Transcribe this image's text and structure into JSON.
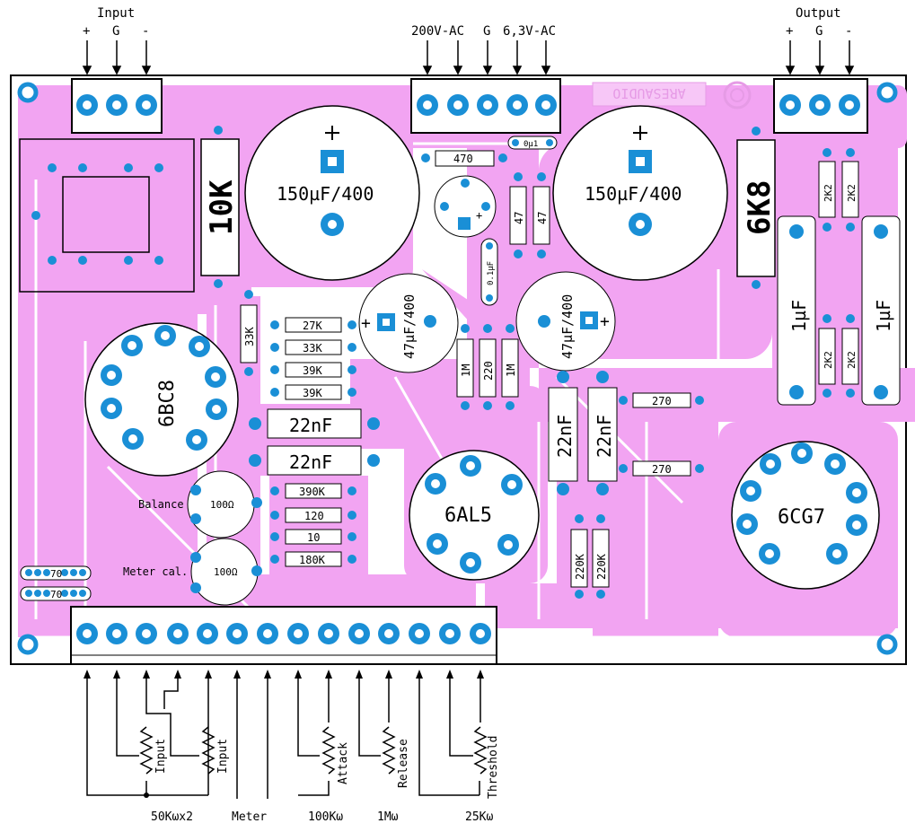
{
  "header": {
    "input_title": "Input",
    "input_pins": [
      "+",
      "G",
      "-"
    ],
    "power_pins": [
      "200V-AC",
      "G",
      "6,3V-AC"
    ],
    "output_title": "Output",
    "output_pins": [
      "+",
      "G",
      "-"
    ]
  },
  "board": {
    "logo_text": "ARESAUDIO",
    "tubes": {
      "t1": "6BC8",
      "t2": "6AL5",
      "t3": "6CG7"
    },
    "caps": {
      "big_left": "150µF/400",
      "big_right": "150µF/400",
      "mid_left": "47µF/400",
      "mid_right": "47µF/400",
      "film_a": "22nF",
      "film_b": "22nF",
      "film_c": "22nF",
      "film_d": "22nF",
      "uf_left": "1µF",
      "uf_right": "1µF",
      "small_top": "0µ1",
      "small_mid": "0.1µF"
    },
    "resistors": {
      "r10k": "10K",
      "r6k8": "6K8",
      "r470": "470",
      "r47a": "47",
      "r47b": "47",
      "r33k": "33K",
      "r27k": "27K",
      "r33k2": "33K",
      "r39k": "39K",
      "r39k2": "39K",
      "r1m_a": "1M",
      "r220": "220",
      "r1m_b": "1M",
      "r270_a": "270",
      "r270_b": "270",
      "r390k": "390K",
      "r120": "120",
      "r10": "10",
      "r180k": "180K",
      "r220k_a": "220K",
      "r220k_b": "220K",
      "r2k2_1": "2K2",
      "r2k2_2": "2K2",
      "r2k2_3": "2K2",
      "r2k2_4": "2K2",
      "r70_a": "70",
      "r70_b": "70"
    },
    "trimmers": {
      "balance": "Balance",
      "meter_cal": "Meter cal.",
      "value1": "100Ω",
      "value2": "100Ω"
    }
  },
  "external": {
    "pots": [
      "Input",
      "Input",
      "Attack",
      "Release",
      "Threshold"
    ],
    "values": [
      "50Kωx2",
      "Meter",
      "100Kω",
      "1Mω",
      "25Kω"
    ]
  },
  "colors": {
    "trace": "#f2a4f2",
    "pad": "#1a8fd6",
    "outline": "#000000",
    "background": "#ffffff"
  }
}
